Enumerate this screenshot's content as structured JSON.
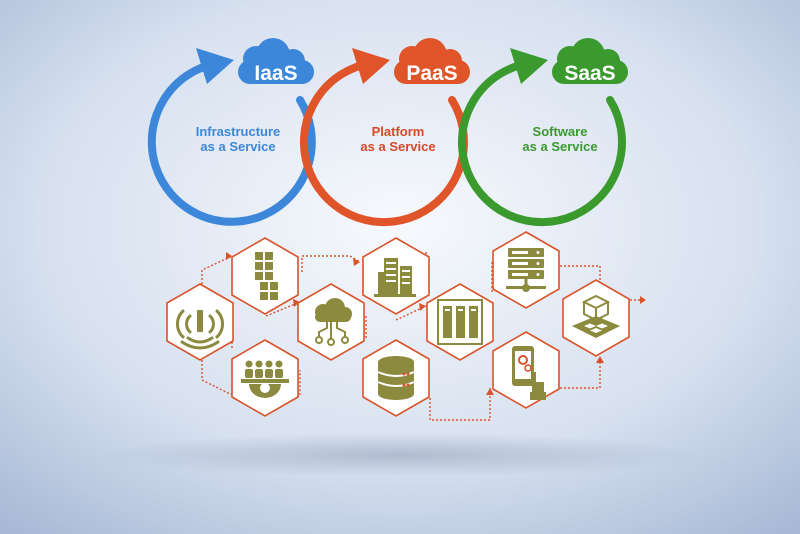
{
  "colors": {
    "iaas": "#3d87da",
    "paas": "#e0542a",
    "saas": "#3a9a2e",
    "hex_border": "#d8532a",
    "icon": "#8b8a3e",
    "bg_center": "#f7f9fd",
    "bg_edge": "#a8b9d6"
  },
  "services": [
    {
      "key": "iaas",
      "badge": "IaaS",
      "line1": "Infrastructure",
      "line2": "as a Service"
    },
    {
      "key": "paas",
      "badge": "PaaS",
      "line1": "Platform",
      "line2": "as a Service"
    },
    {
      "key": "saas",
      "badge": "SaaS",
      "line1": "Software",
      "line2": "as a Service"
    }
  ],
  "hexagons": [
    {
      "name": "wifi",
      "icon": "wifi-icon"
    },
    {
      "name": "blocks",
      "icon": "cube-blocks-icon"
    },
    {
      "name": "people-gear",
      "icon": "people-gear-icon"
    },
    {
      "name": "cloud-network",
      "icon": "cloud-network-icon"
    },
    {
      "name": "building",
      "icon": "building-icon"
    },
    {
      "name": "database",
      "icon": "database-icon"
    },
    {
      "name": "server-racks",
      "icon": "server-racks-icon"
    },
    {
      "name": "server-network",
      "icon": "server-network-icon"
    },
    {
      "name": "mobile-app",
      "icon": "mobile-touch-icon"
    },
    {
      "name": "cube-platform",
      "icon": "cube-platform-icon"
    }
  ]
}
